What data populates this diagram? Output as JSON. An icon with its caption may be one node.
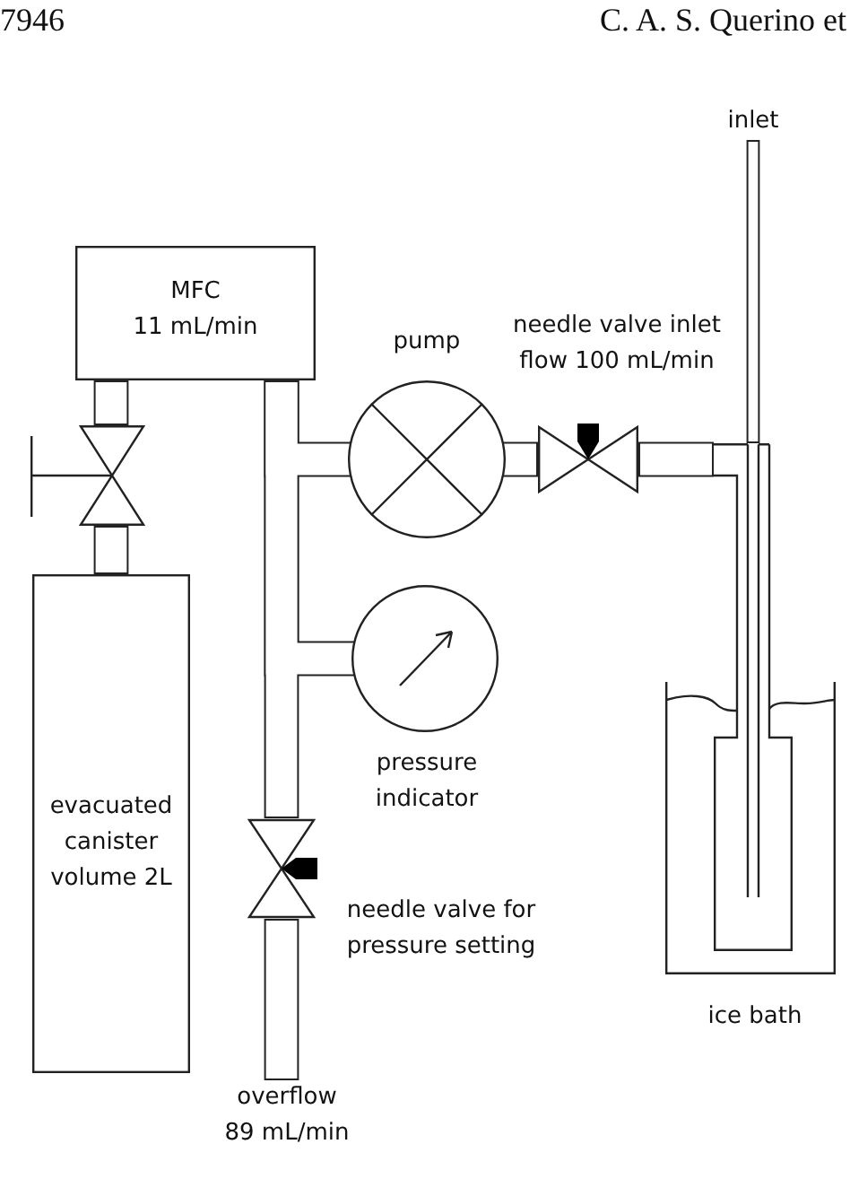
{
  "diagram": {
    "nodes": [
      {
        "text": [
          "MFC",
          "11 mL/min"
        ]
      },
      {
        "text": [],
        "shape": "valve"
      },
      {
        "text": [
          "evacuated canister volume 2L"
        ]
      },
      {
        "text": [
          "pump"
        ]
      },
      {
        "text": [
          "needle valve inlet flow 100 mL/min"
        ]
      },
      {
        "text": [
          "pressure indicator"
        ]
      },
      {
        "text": [
          "needle valve for pressure setting"
        ]
      },
      {
        "text": [
          "inlet"
        ]
      },
      {
        "text": [
          "ice bath"
        ]
      },
      {
        "text": [],
        "shape": "bottle"
      },
      {
        "text": [
          "overflow 89 mL/min"
        ]
      }
    ],
    "edges": [
      {
        "from": 0,
        "to": 1,
        "arrow": "none"
      },
      {
        "from": 1,
        "to": 2,
        "arrow": "none"
      },
      {
        "from": 0,
        "to": 3,
        "arrow": "none"
      },
      {
        "from": 0,
        "to": 5,
        "arrow": "none"
      },
      {
        "from": 0,
        "to": 6,
        "arrow": "none"
      },
      {
        "from": 3,
        "to": 4,
        "arrow": "none"
      },
      {
        "from": 4,
        "to": 9,
        "arrow": "none"
      },
      {
        "from": 7,
        "to": 9,
        "arrow": "none"
      },
      {
        "from": 6,
        "to": 10,
        "arrow": "none"
      }
    ],
    "labels": [
      "7946",
      "C. A. S. Querino et"
    ]
  }
}
